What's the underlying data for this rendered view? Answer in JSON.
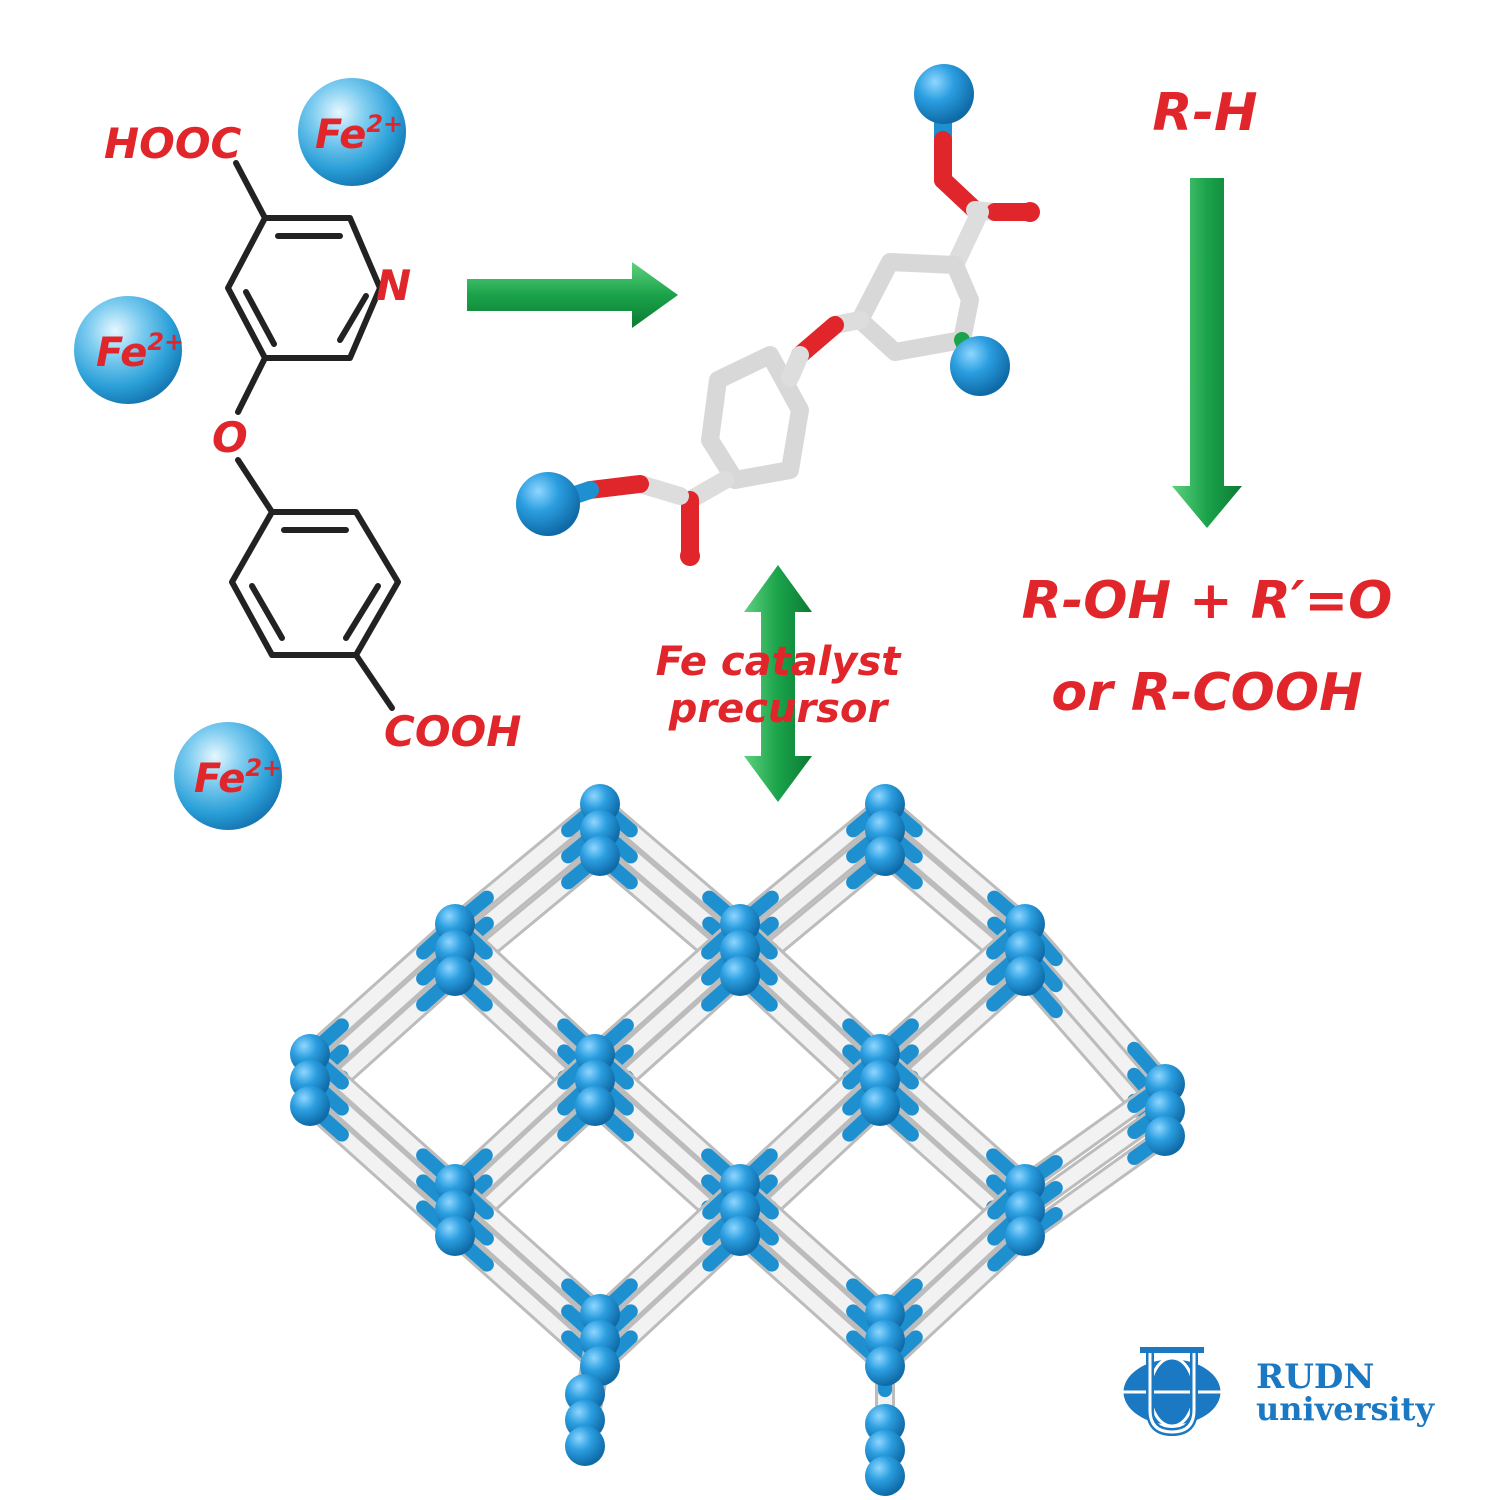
{
  "ligand": {
    "top_group": "HOOC",
    "ring_atom": "N",
    "bridge_atom": "O",
    "bottom_group": "COOH"
  },
  "ions": [
    {
      "symbol": "Fe",
      "charge": "2+"
    },
    {
      "symbol": "Fe",
      "charge": "2+"
    },
    {
      "symbol": "Fe",
      "charge": "2+"
    }
  ],
  "reaction": {
    "reactant": "R-H",
    "product_line1": "R-OH + R′=O",
    "product_line2": "or R-COOH"
  },
  "catalyst_label": {
    "line1": "Fe catalyst",
    "line2": "precursor"
  },
  "logo": {
    "line1": "RUDN",
    "line2": "university"
  },
  "colors": {
    "label_red": "#e0262b",
    "arrow_green": "#1aa34a",
    "node_blue": "#1e90d0",
    "logo_blue": "#1b78c2"
  }
}
